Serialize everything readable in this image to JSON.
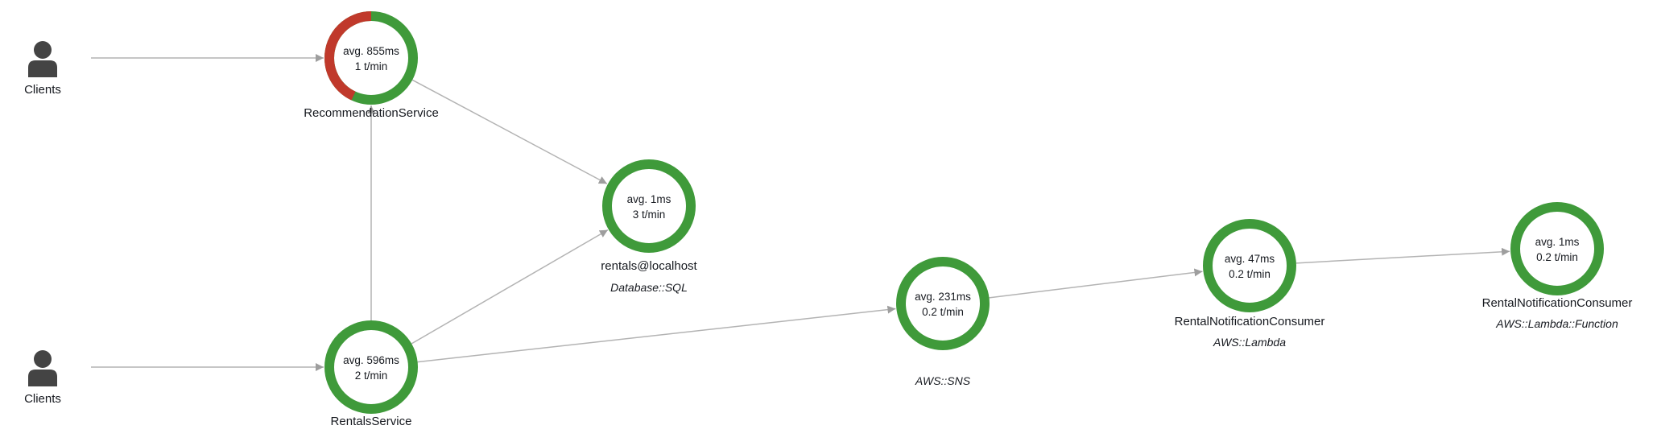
{
  "colors": {
    "ok": "#3f9a3a",
    "fault": "#c0392b",
    "edge": "#b3b3b3",
    "client": "#444444"
  },
  "clients": [
    {
      "id": "clients-1",
      "label": "Clients",
      "icon": "user-icon"
    },
    {
      "id": "clients-2",
      "label": "Clients",
      "icon": "user-icon"
    }
  ],
  "nodes": [
    {
      "id": "recommendation",
      "name": "RecommendationService",
      "type": "",
      "avg": "avg. 855ms",
      "rate": "1 t/min",
      "fault_fraction": 0.43
    },
    {
      "id": "rentals",
      "name": "RentalsService",
      "type": "",
      "avg": "avg. 596ms",
      "rate": "2 t/min",
      "fault_fraction": 0
    },
    {
      "id": "db",
      "name": "rentals@localhost",
      "type": "Database::SQL",
      "avg": "avg. 1ms",
      "rate": "3 t/min",
      "fault_fraction": 0
    },
    {
      "id": "sns",
      "name": "",
      "type": "AWS::SNS",
      "avg": "avg. 231ms",
      "rate": "0.2 t/min",
      "fault_fraction": 0
    },
    {
      "id": "lambda",
      "name": "RentalNotificationConsumer",
      "type": "AWS::Lambda",
      "avg": "avg. 47ms",
      "rate": "0.2 t/min",
      "fault_fraction": 0
    },
    {
      "id": "function",
      "name": "RentalNotificationConsumer",
      "type": "AWS::Lambda::Function",
      "avg": "avg. 1ms",
      "rate": "0.2 t/min",
      "fault_fraction": 0
    }
  ],
  "edges": [
    {
      "from": "clients-1",
      "to": "recommendation"
    },
    {
      "from": "clients-2",
      "to": "rentals"
    },
    {
      "from": "rentals",
      "to": "recommendation"
    },
    {
      "from": "recommendation",
      "to": "db"
    },
    {
      "from": "rentals",
      "to": "db"
    },
    {
      "from": "rentals",
      "to": "sns"
    },
    {
      "from": "sns",
      "to": "lambda"
    },
    {
      "from": "lambda",
      "to": "function"
    }
  ]
}
